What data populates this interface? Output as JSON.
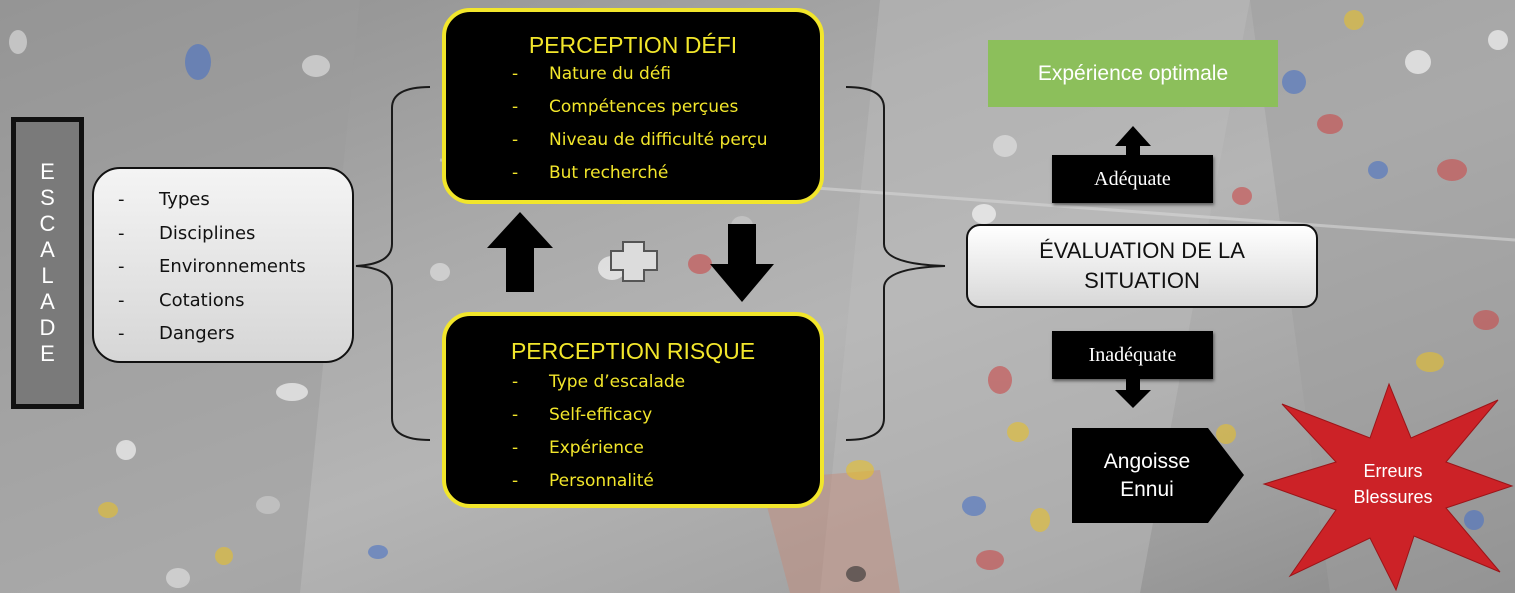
{
  "escalade": {
    "letters": [
      "E",
      "S",
      "C",
      "A",
      "L",
      "A",
      "D",
      "E"
    ]
  },
  "list_box": {
    "bullet": "-",
    "items": [
      "Types",
      "Disciplines",
      "Environnements",
      "Cotations",
      "Dangers"
    ]
  },
  "perception_defi": {
    "title": "PERCEPTION DÉFI",
    "bullet": "-",
    "items": [
      "Nature du défi",
      "Compétences perçues",
      "Niveau de difficulté perçu",
      "But recherché"
    ]
  },
  "perception_risque": {
    "title": "PERCEPTION RISQUE",
    "bullet": "-",
    "items": [
      "Type d’escalade",
      "Self-efficacy",
      "Expérience",
      "Personnalité"
    ]
  },
  "evaluation": {
    "text": "ÉVALUATION DE LA\nSITUATION"
  },
  "experience_optimale": {
    "text": "Expérience optimale"
  },
  "adequate": {
    "text": "Adéquate"
  },
  "inadequate": {
    "text": "Inadéquate"
  },
  "angoisse": {
    "text": "Angoisse\nEnnui"
  },
  "erreurs": {
    "text": "Erreurs\nBlessures"
  },
  "colors": {
    "yellow": "#f2e62b",
    "green": "#8cbf5b",
    "red": "#cc2227",
    "black": "#000000",
    "grey_box": "#7a7a7a"
  }
}
